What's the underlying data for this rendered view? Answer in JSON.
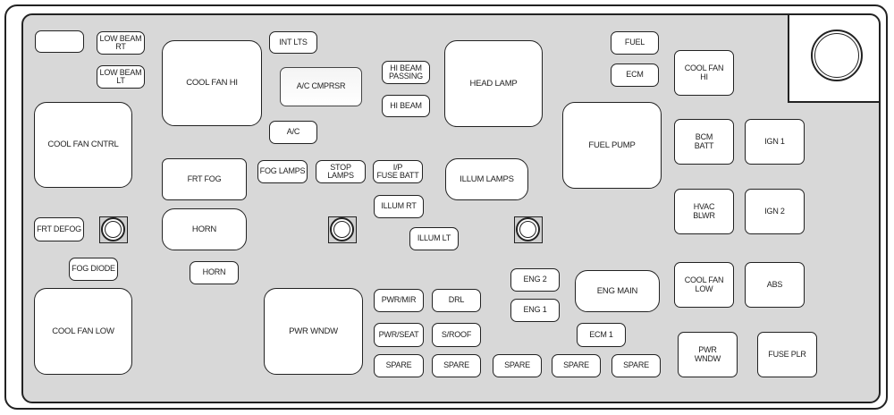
{
  "diagram_title": "",
  "fuses": {
    "blank": "",
    "low_beam_rt": "LOW BEAM\nRT",
    "low_beam_lt": "LOW BEAM\nLT",
    "cool_fan_hi_large": "COOL FAN HI",
    "int_lts": "INT LTS",
    "ac_cmprsr": "A/C CMPRSR",
    "hi_beam_passing": "HI BEAM\nPASSING",
    "hi_beam": "HI BEAM",
    "head_lamp": "HEAD LAMP",
    "fuel": "FUEL",
    "ecm": "ECM",
    "cool_fan_hi_small": "COOL FAN\nHI",
    "cool_fan_cntrl": "COOL FAN CNTRL",
    "ac": "A/C",
    "fuel_pump": "FUEL PUMP",
    "bcm_batt": "BCM\nBATT",
    "ign1": "IGN 1",
    "frt_fog": "FRT FOG",
    "fog_lamps": "FOG LAMPS",
    "stop_lamps": "STOP LAMPS",
    "ip_fuse_batt": "I/P\nFUSE BATT",
    "illum_lamps": "ILLUM LAMPS",
    "illum_rt": "ILLUM RT",
    "hvac_blwr": "HVAC\nBLWR",
    "ign2": "IGN 2",
    "frt_defog": "FRT DEFOG",
    "horn_relay": "HORN",
    "illum_lt": "ILLUM LT",
    "fog_diode": "FOG DIODE",
    "horn_fuse": "HORN",
    "eng2": "ENG 2",
    "eng_main": "ENG MAIN",
    "cool_fan_low_small": "COOL FAN\nLOW",
    "abs": "ABS",
    "pwr_mir": "PWR/MIR",
    "drl": "DRL",
    "eng1": "ENG 1",
    "cool_fan_low_large": "COOL FAN LOW",
    "pwr_wndw_large": "PWR WNDW",
    "pwr_seat": "PWR/SEAT",
    "s_roof": "S/ROOF",
    "ecm1": "ECM 1",
    "pwr_wndw_small": "PWR\nWNDW",
    "fuse_plr": "FUSE PLR",
    "spare": [
      "SPARE",
      "SPARE",
      "SPARE",
      "SPARE",
      "SPARE"
    ]
  }
}
